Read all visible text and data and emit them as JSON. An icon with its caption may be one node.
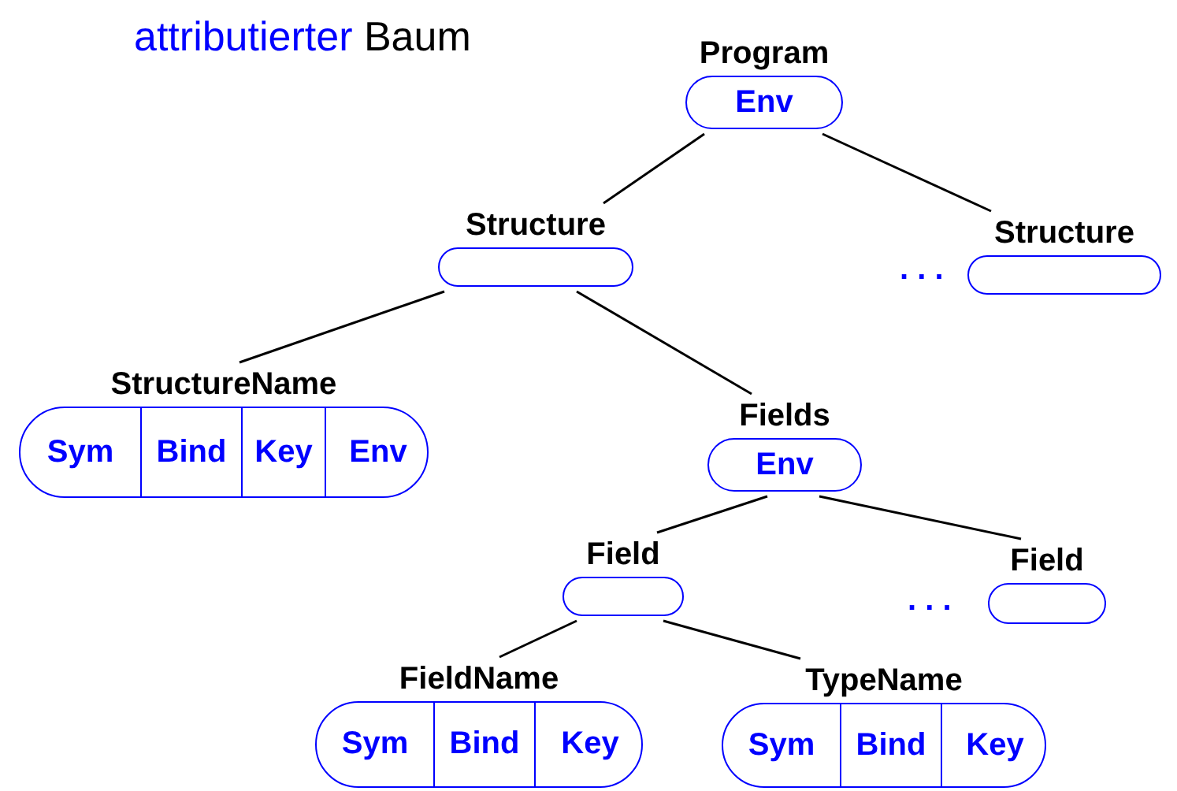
{
  "diagram": {
    "title": "attributierter Baum",
    "nodes": [
      {
        "text": [
          "Program",
          "Env"
        ]
      },
      {
        "text": [
          "Structure"
        ]
      },
      {
        "text": [
          "Structure"
        ]
      },
      {
        "text": [
          "StructureName",
          "Sym",
          "Bind",
          "Key",
          "Env"
        ]
      },
      {
        "text": [
          "Fields",
          "Env"
        ]
      },
      {
        "text": [
          "Field"
        ]
      },
      {
        "text": [
          "Field"
        ]
      },
      {
        "text": [
          "FieldName",
          "Sym",
          "Bind",
          "Key"
        ]
      },
      {
        "text": [
          "TypeName",
          "Sym",
          "Bind",
          "Key"
        ]
      }
    ],
    "edges": [
      {
        "from": 0,
        "to": 1,
        "arrow": "none"
      },
      {
        "from": 0,
        "to": 2,
        "arrow": "none"
      },
      {
        "from": 1,
        "to": 3,
        "arrow": "none"
      },
      {
        "from": 1,
        "to": 4,
        "arrow": "none"
      },
      {
        "from": 4,
        "to": 5,
        "arrow": "none"
      },
      {
        "from": 4,
        "to": 6,
        "arrow": "none"
      },
      {
        "from": 5,
        "to": 7,
        "arrow": "none"
      },
      {
        "from": 5,
        "to": 8,
        "arrow": "none"
      }
    ],
    "labels": [
      ". . .",
      ". . ."
    ]
  }
}
